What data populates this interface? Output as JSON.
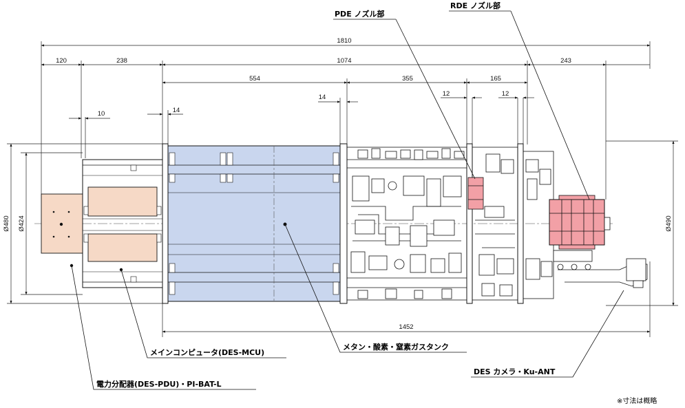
{
  "dimensions": {
    "overall_length": "1810",
    "seg_120": "120",
    "seg_238": "238",
    "seg_1074": "1074",
    "seg_243": "243",
    "seg_554": "554",
    "seg_355": "355",
    "seg_165": "165",
    "gap_14_left": "14",
    "gap_14_mid": "14",
    "gap_10": "10",
    "gap_12_a": "12",
    "gap_12_b": "12",
    "bottom_length": "1452",
    "dia_480": "Ø480",
    "dia_424": "Ø424",
    "dia_490": "Ø490"
  },
  "callouts": {
    "pde_nozzle": "PDE ノズル部",
    "rde_nozzle": "RDE ノズル部",
    "main_computer": "メインコンピュータ(DES-MCU)",
    "gas_tank": "メタン・酸素・窒素ガスタンク",
    "power_distributor": "電力分配器(DES-PDU)・PI-BAT-L",
    "des_camera": "DES カメラ・Ku-ANT"
  },
  "note": "※寸法は概略",
  "colors": {
    "tank_fill": "#c9d6ee",
    "pdu_fill": "#f6d9c6",
    "nozzle_fill": "#f2a0a6",
    "line": "#111111"
  }
}
